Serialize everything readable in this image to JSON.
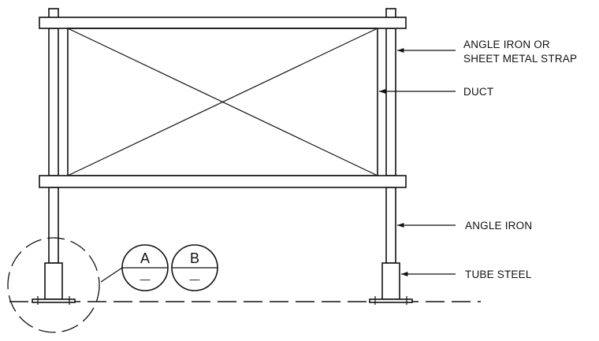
{
  "labels": {
    "angle_iron_or_line1": "ANGLE IRON OR",
    "angle_iron_or_line2": "SHEET METAL STRAP",
    "duct": "DUCT",
    "angle_iron": "ANGLE IRON",
    "tube_steel": "TUBE STEEL"
  },
  "detail_tags": {
    "a": "A",
    "b": "B",
    "sub": "—"
  }
}
